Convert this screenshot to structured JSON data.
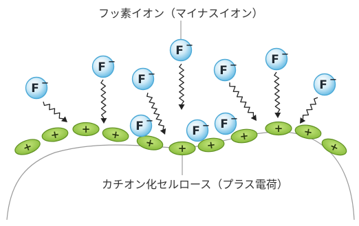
{
  "labels": {
    "fluoride_ion": "フッ素イオン（マイナスイオン）",
    "cationic_cellulose": "カチオン化セルロース（プラス電荷）"
  },
  "ion": {
    "symbol": "F",
    "charge": "-"
  },
  "cation": {
    "charge": "+"
  },
  "colors": {
    "ion_fill": "#cfeaf7",
    "ion_stroke": "#4aa8d6",
    "cation_fill": "#92c83e",
    "cation_stroke": "#5e8f20",
    "surface_stroke": "#9a9a9a",
    "text": "#333333"
  }
}
